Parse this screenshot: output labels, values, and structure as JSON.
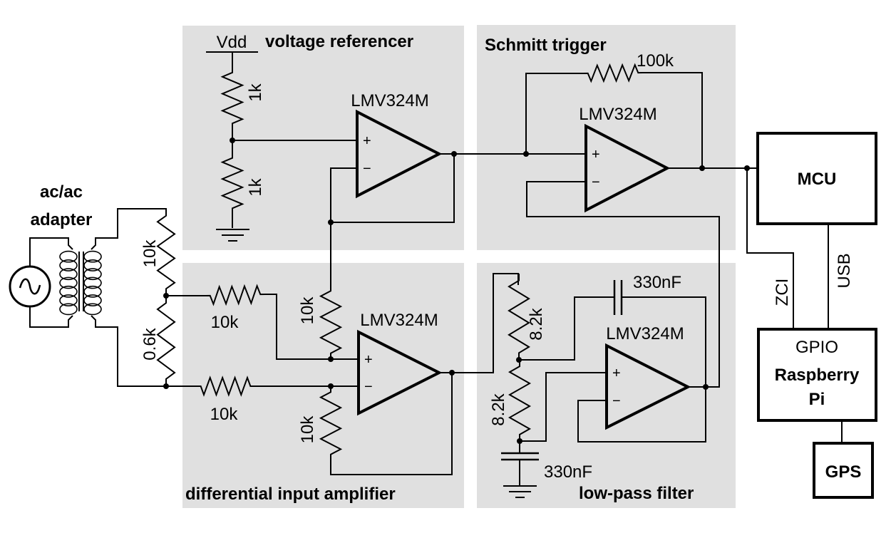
{
  "title": "Zero-crossing detection circuit with MCU and Raspberry Pi",
  "sections": {
    "voltage_referencer": "voltage referencer",
    "schmitt_trigger": "Schmitt trigger",
    "differential_amplifier": "differential input amplifier",
    "low_pass_filter": "low-pass filter",
    "adapter_line1": "ac/ac",
    "adapter_line2": "adapter"
  },
  "components": {
    "supply": "Vdd",
    "opamp_model": "LMV324M",
    "plus": "+",
    "minus": "−",
    "ref_r_top": "1k",
    "ref_r_bottom": "1k",
    "schmitt_feedback": "100k",
    "divider_top": "10k",
    "divider_bottom": "0.6k",
    "diff_in_top": "10k",
    "diff_in_bottom": "10k",
    "diff_ref": "10k",
    "diff_feedback": "10k",
    "lpf_r1": "8.2k",
    "lpf_r2": "8.2k",
    "lpf_c_feedback": "330nF",
    "lpf_c_ground": "330nF"
  },
  "blocks": {
    "mcu": "MCU",
    "rpi_port": "GPIO",
    "rpi_line1": "Raspberry",
    "rpi_line2": "Pi",
    "gps": "GPS"
  },
  "links": {
    "zci": "ZCI",
    "usb": "USB"
  },
  "colors": {
    "panel": "#e0e0e0",
    "line": "#000000"
  }
}
